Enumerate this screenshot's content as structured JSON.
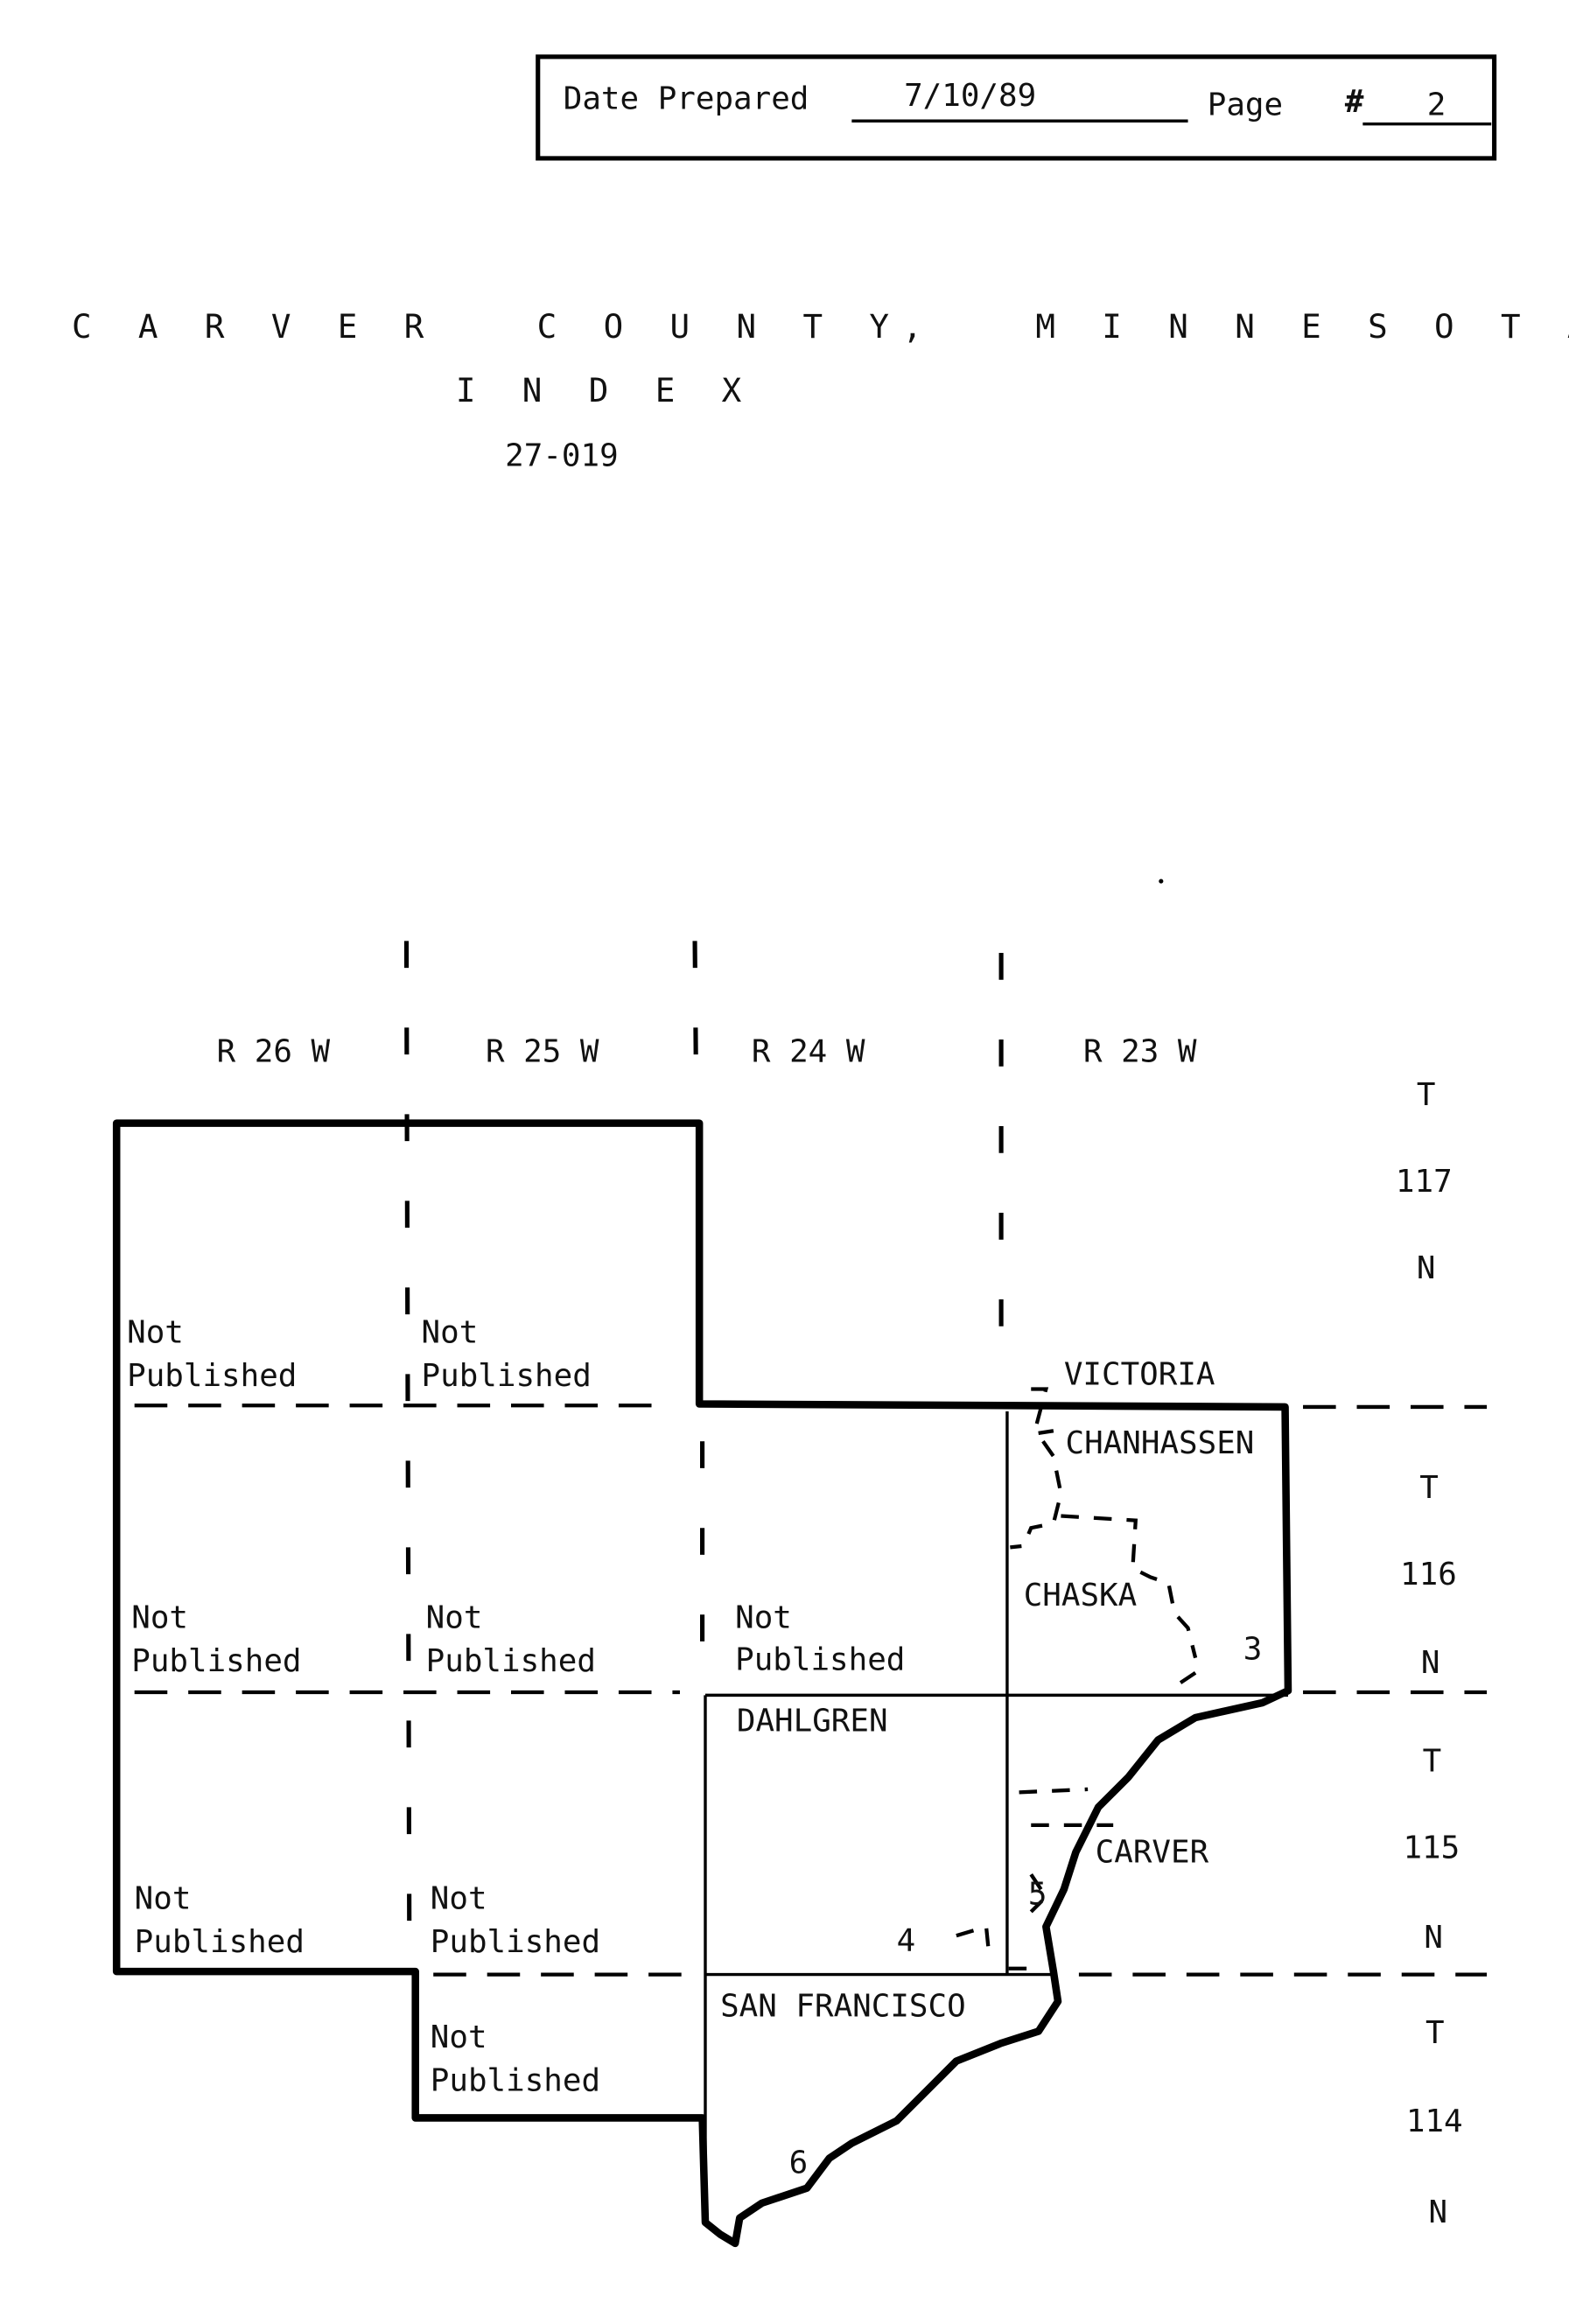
{
  "header": {
    "date_label": "Date Prepared",
    "date_value": "7/10/89",
    "page_label": "Page",
    "page_hash": "#",
    "page_value": "2"
  },
  "title": {
    "line1": "C A R V E R   C O U N T Y,   M I N N E S O T A",
    "line2": "I N D E X",
    "line3": "27-019"
  },
  "map": {
    "ranges": [
      "R 26 W",
      "R 25 W",
      "R 24 W",
      "R 23 W"
    ],
    "townships": [
      {
        "t": "T",
        "num": "117",
        "n": "N"
      },
      {
        "t": "T",
        "num": "116",
        "n": "N"
      },
      {
        "t": "T",
        "num": "115",
        "n": "N"
      },
      {
        "t": "T",
        "num": "114",
        "n": "N"
      }
    ],
    "not_published": {
      "line1": "Not",
      "line2": "Published"
    },
    "places": {
      "victoria": "VICTORIA",
      "chanhassen": "CHANHASSEN",
      "chaska": "CHASKA",
      "dahlgren": "DAHLGREN",
      "carver": "CARVER",
      "san_francisco": "SAN FRANCISCO"
    },
    "numbers": {
      "n3": "3",
      "n4": "4",
      "n5": "5",
      "n6": "6"
    }
  }
}
